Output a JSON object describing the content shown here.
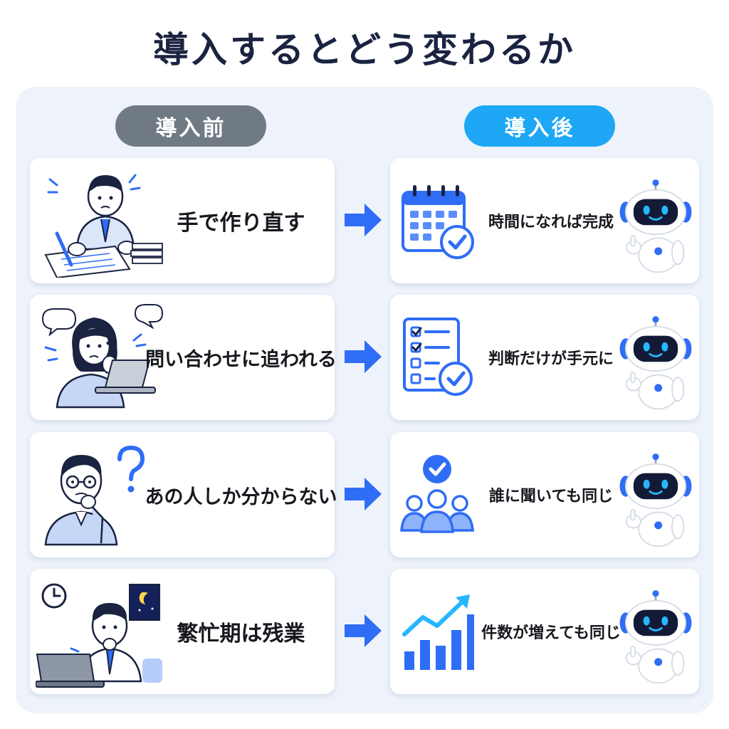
{
  "title": "導入するとどう変わるか",
  "columns": {
    "before": "導入前",
    "after": "導入後"
  },
  "rows": [
    {
      "before": "手で作り直す",
      "after": "時間になれば完成",
      "before_icon": "person-rewriting-icon",
      "after_icon": "calendar-check-icon"
    },
    {
      "before": "問い合わせに追われる",
      "after": "判断だけが手元に",
      "before_icon": "woman-on-phone-icon",
      "after_icon": "checklist-check-icon"
    },
    {
      "before": "あの人しか分からない",
      "after": "誰に聞いても同じ",
      "before_icon": "confused-person-icon",
      "after_icon": "team-check-icon"
    },
    {
      "before": "繁忙期は残業",
      "after": "件数が増えても同じ",
      "before_icon": "overtime-person-icon",
      "after_icon": "growth-chart-icon"
    }
  ],
  "colors": {
    "accent": "#1ea7f5",
    "icon_blue": "#2f6df6",
    "before_pill": "#707a85",
    "panel": "#eef3fb"
  }
}
